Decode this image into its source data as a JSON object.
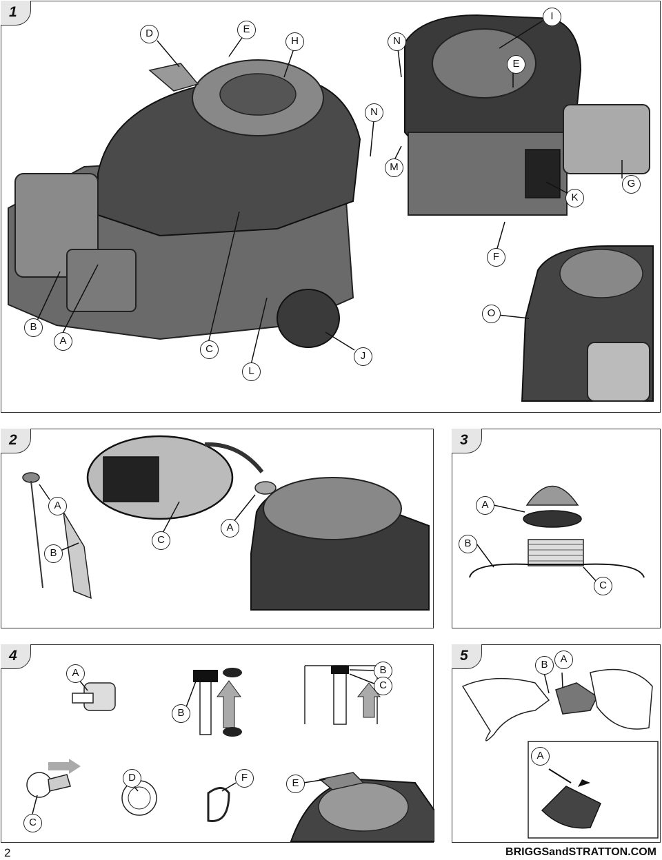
{
  "panels": [
    {
      "number": "1",
      "callouts": [
        "D",
        "E",
        "H",
        "I",
        "N",
        "E",
        "N",
        "M",
        "K",
        "G",
        "F",
        "O",
        "B",
        "A",
        "C",
        "L",
        "J"
      ]
    },
    {
      "number": "2",
      "callouts": [
        "A",
        "B",
        "C",
        "A"
      ]
    },
    {
      "number": "3",
      "callouts": [
        "A",
        "B",
        "C"
      ]
    },
    {
      "number": "4",
      "callouts": [
        "A",
        "B",
        "B",
        "C",
        "C",
        "D",
        "F",
        "E"
      ]
    },
    {
      "number": "5",
      "callouts": [
        "B",
        "A",
        "A"
      ]
    }
  ],
  "footer": {
    "page_number": "2",
    "website": "BRIGGSandSTRATTON.COM"
  }
}
